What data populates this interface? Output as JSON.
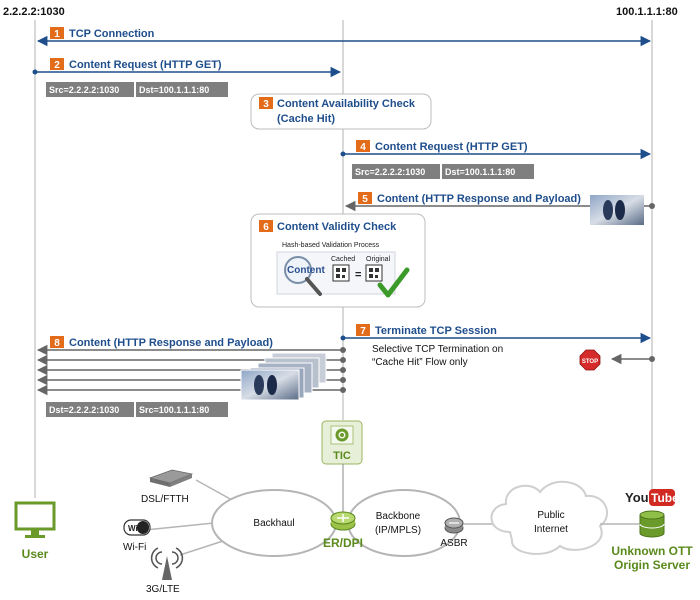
{
  "headers": {
    "left": "2.2.2.2:1030",
    "right": "100.1.1.1:80"
  },
  "steps": [
    {
      "num": "1",
      "label": "TCP Connection"
    },
    {
      "num": "2",
      "label": "Content Request (HTTP GET)"
    },
    {
      "num": "3",
      "label_line1": "Content Availability Check",
      "label_line2": "(Cache Hit)"
    },
    {
      "num": "4",
      "label": "Content Request (HTTP GET)"
    },
    {
      "num": "5",
      "label": "Content (HTTP Response and Payload)"
    },
    {
      "num": "6",
      "label": "Content Validity Check"
    },
    {
      "num": "7",
      "label": "Terminate TCP Session"
    },
    {
      "num": "8",
      "label": "Content (HTTP Response and Payload)"
    }
  ],
  "tags": {
    "req1_src": "Src=2.2.2.2:1030",
    "req1_dst": "Dst=100.1.1.1:80",
    "req2_src": "Src=2.2.2.2:1030",
    "req2_dst": "Dst=100.1.1.1:80",
    "resp_dst": "Dst=2.2.2.2:1030",
    "resp_src": "Src=100.1.1.1:80"
  },
  "validity_box": {
    "title": "Hash-based Validation Process",
    "content": "Content",
    "cached": "Cached",
    "original": "Original",
    "equals": "="
  },
  "notes": {
    "selective_line1": "Selective TCP Termination on",
    "selective_line2": "“Cache Hit” Flow only",
    "stop": "STOP"
  },
  "tic_label": "TIC",
  "network": {
    "dsl": "DSL/FTTH",
    "wifi": "Wi-Fi",
    "wifi_badge": "Wi Fi",
    "lte": "3G/LTE",
    "backhaul": "Backhaul",
    "backbone_line1": "Backbone",
    "backbone_line2": "(IP/MPLS)",
    "asbr": "ASBR",
    "internet_line1": "Public",
    "internet_line2": "Internet"
  },
  "endpoints": {
    "user": "User",
    "erdpi": "ER/DPI",
    "server_line1": "Unknown OTT",
    "server_line2": "Origin Server",
    "youtube_you": "You",
    "youtube_tube": "Tube"
  },
  "colors": {
    "arrow_blue": "#1f4e8c",
    "badge_orange": "#e36c1a",
    "tag_gray": "#7f7f7f",
    "green": "#6a9a2a",
    "lifeline_gray": "#b0b0b0"
  }
}
